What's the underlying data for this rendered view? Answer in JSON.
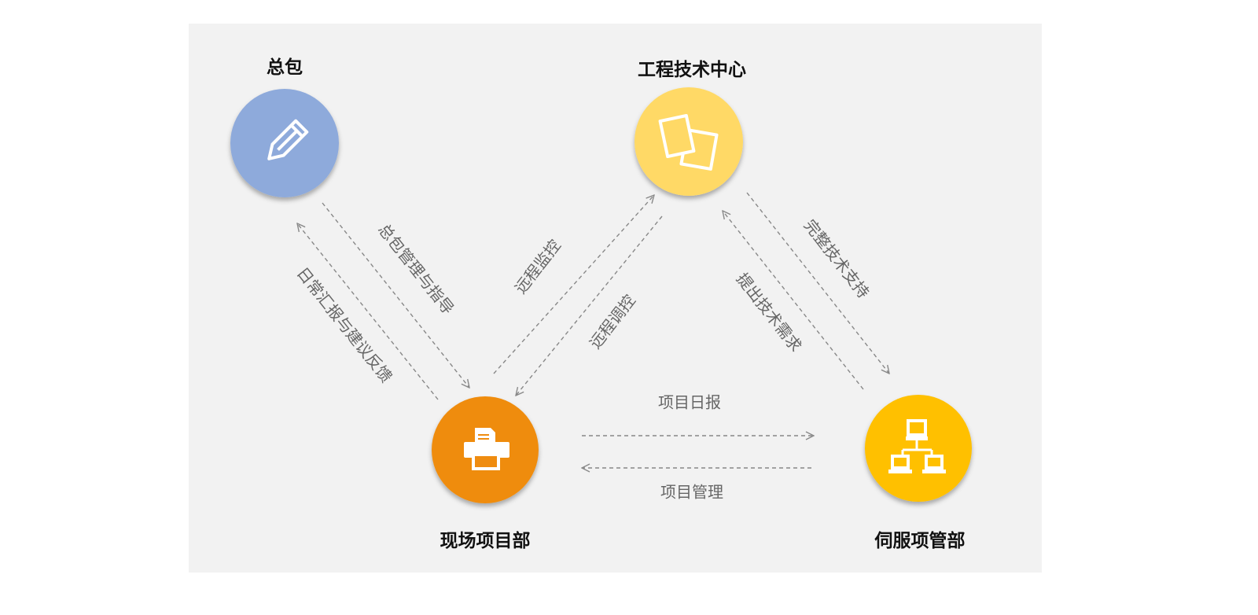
{
  "nodes": {
    "general_contractor": {
      "title": "总包",
      "color": "#8eaadb",
      "icon": "pencil-icon"
    },
    "engineering_center": {
      "title": "工程技术中心",
      "color": "#ffd966",
      "icon": "documents-icon"
    },
    "site_project_dept": {
      "title": "现场项目部",
      "color": "#ef8c10",
      "icon": "printer-icon"
    },
    "servo_project_dept": {
      "title": "伺服项管部",
      "color": "#ffc000",
      "icon": "network-icon"
    }
  },
  "edges": {
    "gc_to_site": "总包管理与指导",
    "site_to_gc": "日常汇报与建议反馈",
    "site_to_eng": "远程监控",
    "eng_to_site": "远程调控",
    "eng_to_servo": "完整技术支持",
    "servo_to_eng": "提出技术需求",
    "site_to_servo": "项目日报",
    "servo_to_site": "项目管理"
  }
}
